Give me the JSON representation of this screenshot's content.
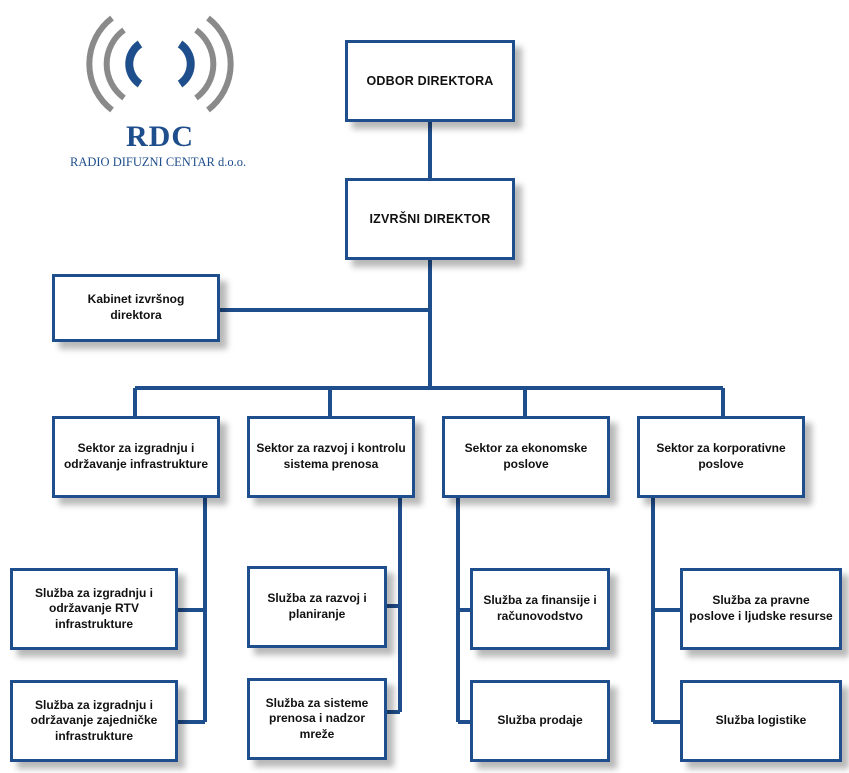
{
  "logo": {
    "abbr": "RDC",
    "company": "RADIO DIFUZNI CENTAR  d.o.o."
  },
  "colors": {
    "line": "#1f4e8c",
    "box_border": "#1f4e8c",
    "logo_gray": "#8a8a8a"
  },
  "nodes": {
    "odbor": "ODBOR DIREKTORA",
    "izvrsni": "IZVRŠNI DIREKTOR",
    "kabinet": "Kabinet izvršnog direktora",
    "sektor1": "Sektor za izgradnju i održavanje infrastrukture",
    "sektor2": "Sektor za razvoj i kontrolu sistema prenosa",
    "sektor3": "Sektor za ekonomske poslove",
    "sektor4": "Sektor za korporativne poslove",
    "sluzba1a": "Služba za izgradnju i održavanje RTV infrastrukture",
    "sluzba1b": "Služba za izgradnju i održavanje zajedničke infrastrukture",
    "sluzba2a": "Služba za razvoj i planiranje",
    "sluzba2b": "Služba za sisteme prenosa i nadzor mreže",
    "sluzba3a": "Služba za finansije i računovodstvo",
    "sluzba3b": "Služba prodaje",
    "sluzba4a": "Služba za pravne poslove i ljudske resurse",
    "sluzba4b": "Služba logistike"
  }
}
